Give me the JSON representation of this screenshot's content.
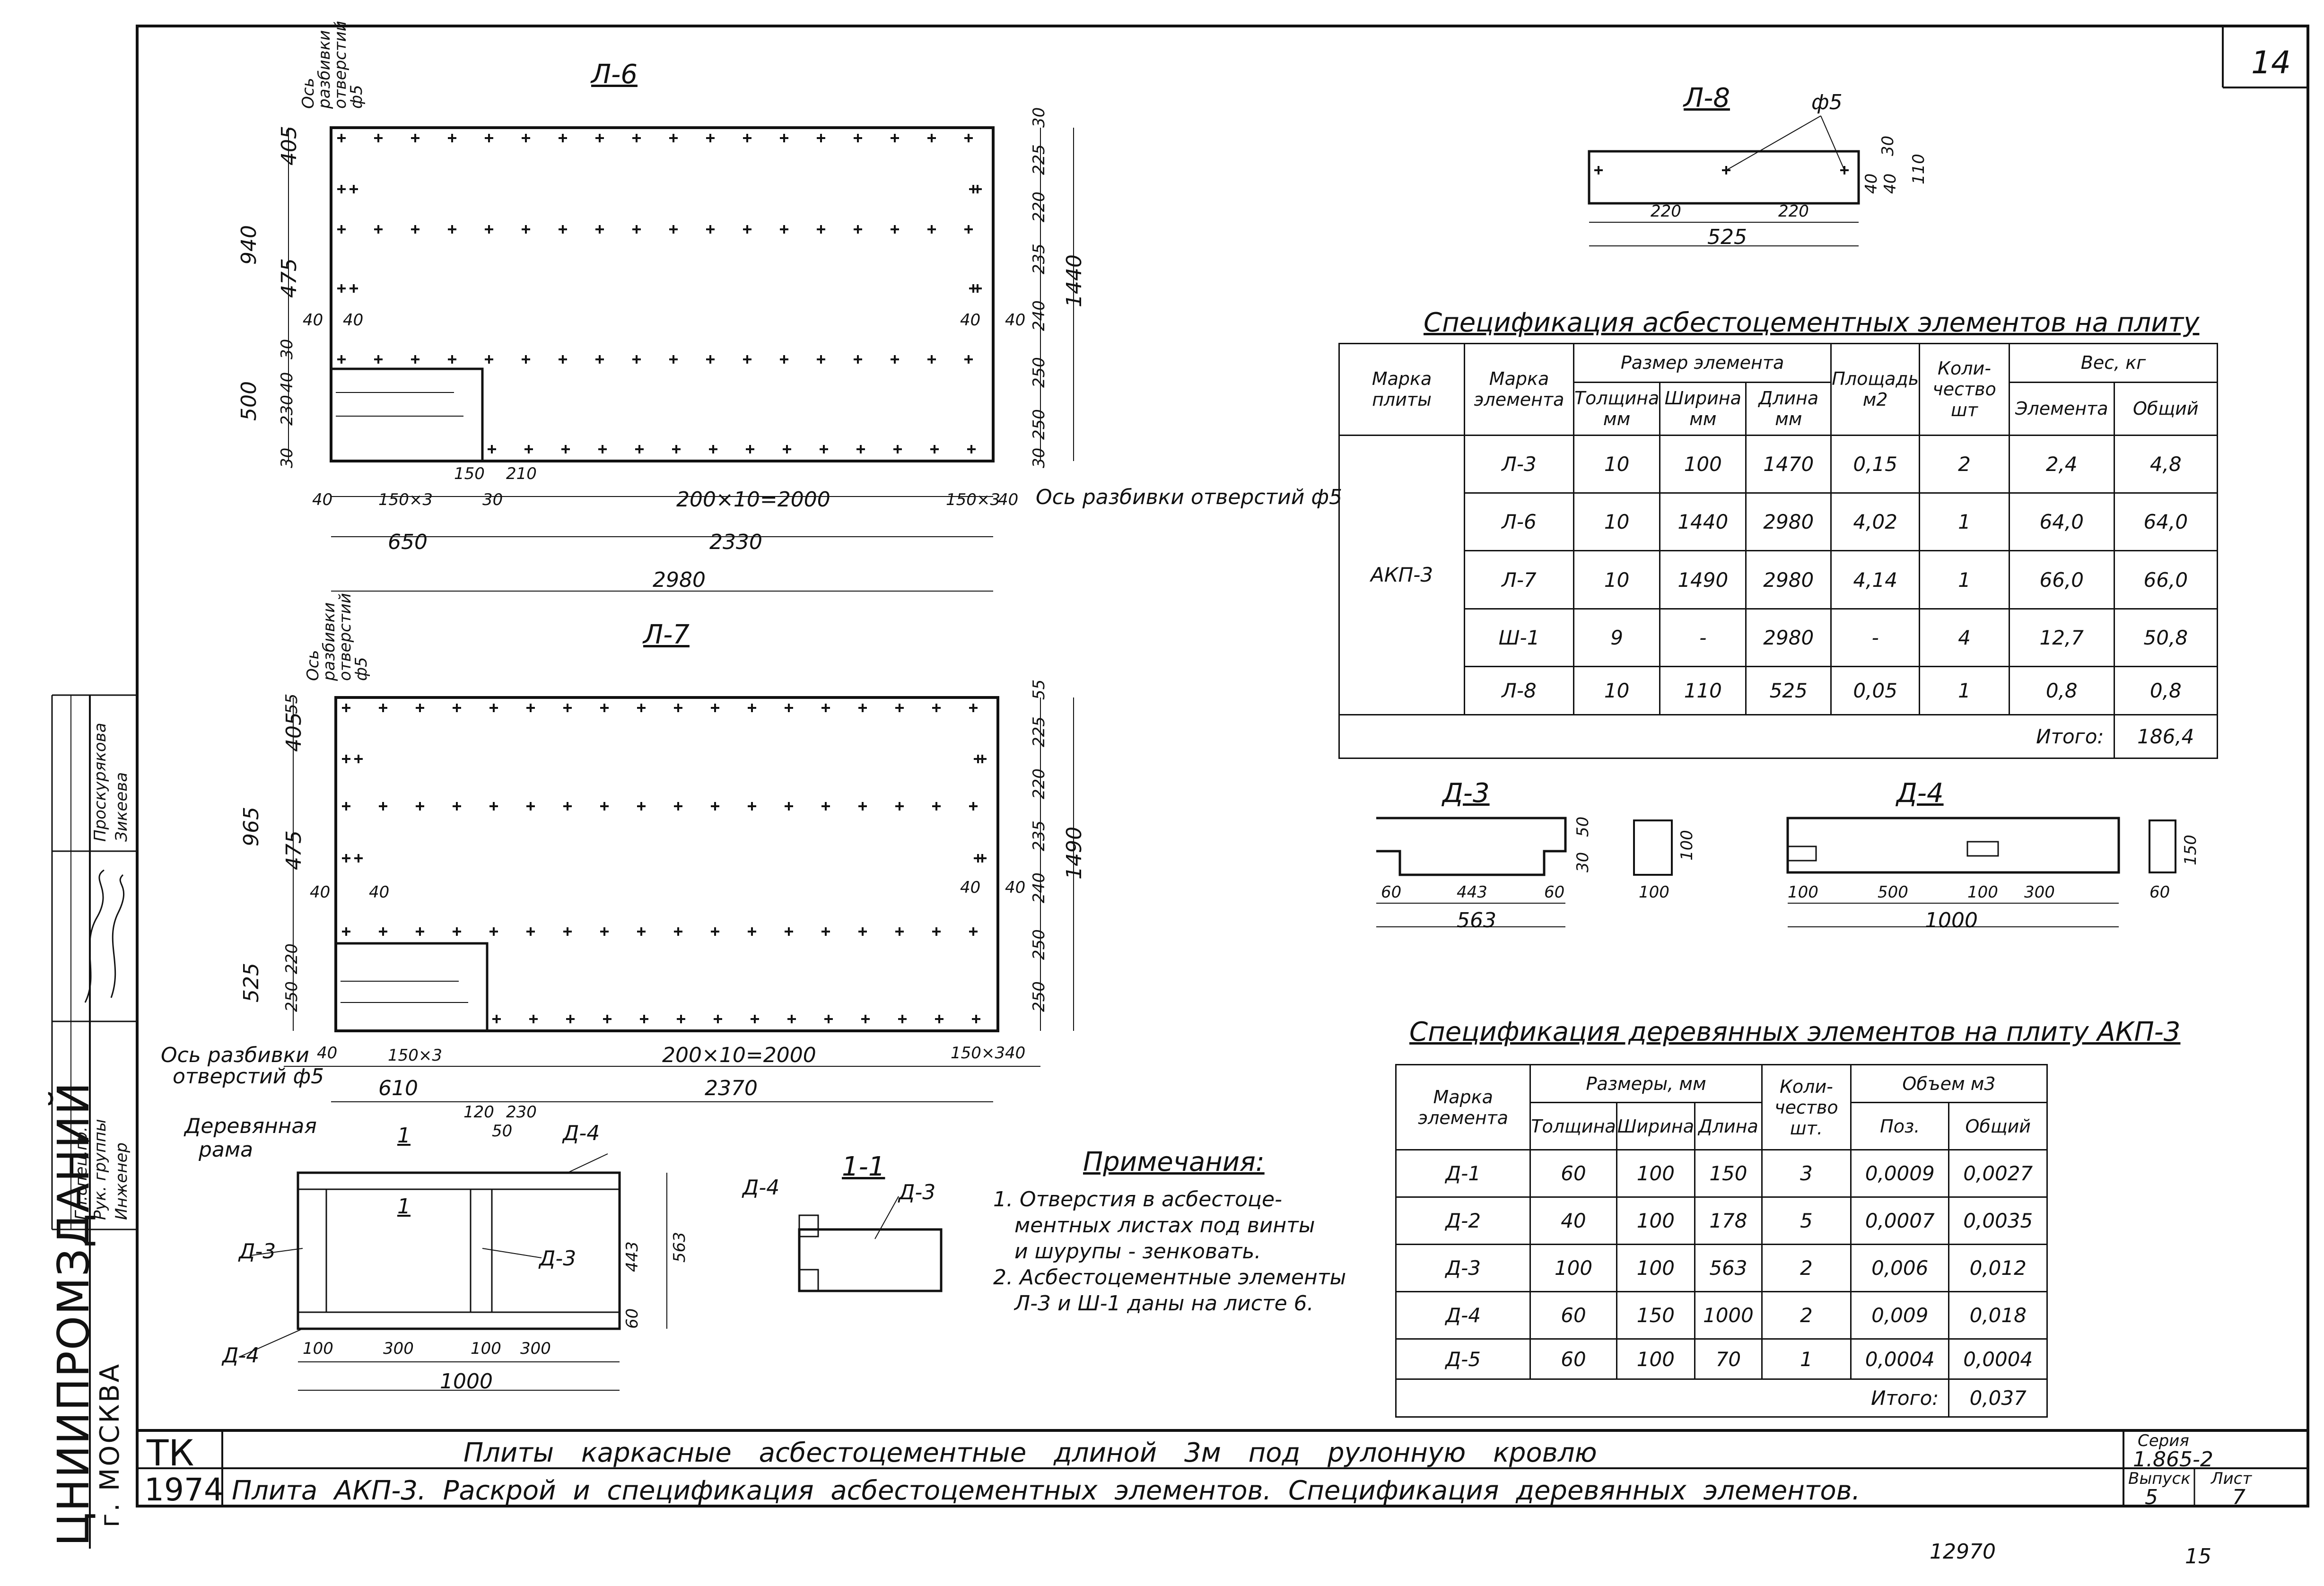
{
  "sheet": {
    "page_number": "14",
    "bottom_left_number": "12970",
    "bottom_right_number": "15"
  },
  "drawings": {
    "l6": {
      "title": "Л-6",
      "hole_axis_top": "Ось разбивки отверстий ф5",
      "hole_axis_right": "Ось разбивки отверстий ф5",
      "dims_left": [
        "405",
        "475",
        "940",
        "500",
        "30",
        "230",
        "40",
        "30"
      ],
      "dims_right": [
        "30",
        "225",
        "220",
        "235",
        "240",
        "250",
        "250",
        "30",
        "1440"
      ],
      "dims_bottom": [
        "40",
        "150×3",
        "150",
        "210",
        "30",
        "200×10=2000",
        "150×3",
        "40"
      ],
      "dims_bottom2": [
        "650",
        "2330"
      ],
      "dims_total": "2980",
      "mark_40a": "40",
      "mark_40b": "40",
      "mark_40c": "40",
      "mark_40d": "40"
    },
    "l7": {
      "title": "Л-7",
      "hole_axis_top": "Ось разбивки отверстий ф5",
      "hole_axis_left_1": "Ось разбивки",
      "hole_axis_left_2": "отверстий ф5",
      "dims_left": [
        "55",
        "405",
        "965",
        "475",
        "525",
        "220",
        "250"
      ],
      "dims_right": [
        "55",
        "225",
        "220",
        "235",
        "240",
        "250",
        "250",
        "1490"
      ],
      "dims_bottom": [
        "40",
        "150×3",
        "200×10=2000",
        "150×3",
        "40"
      ],
      "dims_bottom2": [
        "610",
        "2370"
      ],
      "dims_bottom3": [
        "120",
        "230",
        "50"
      ],
      "mark_40a": "40",
      "mark_40b": "40",
      "mark_40c": "40",
      "mark_40d": "40"
    },
    "l8": {
      "title": "Л-8",
      "hole": "ф5",
      "dims": [
        "220",
        "220",
        "525"
      ],
      "dims_right": [
        "30",
        "40",
        "40",
        "110"
      ]
    },
    "d3": {
      "title": "Д-3",
      "dims": [
        "60",
        "443",
        "60",
        "563"
      ],
      "dims_right": [
        "30",
        "50",
        "100"
      ],
      "dims_small": [
        "100"
      ]
    },
    "d4": {
      "title": "Д-4",
      "dims": [
        "100",
        "500",
        "100",
        "300",
        "1000"
      ],
      "dims_right": [
        "150"
      ],
      "dims_small": [
        "60"
      ]
    },
    "frame": {
      "label_1": "Деревянная",
      "label_2": "рама",
      "cut_mark": "1",
      "tags": [
        "Д-4",
        "Д-3",
        "Д-3",
        "Д-4"
      ],
      "dims_bottom": [
        "100",
        "300",
        "100",
        "300"
      ],
      "dims_total": "1000",
      "dims_right": [
        "443",
        "563",
        "60"
      ]
    },
    "section": {
      "title": "1-1",
      "tags": [
        "Д-4",
        "Д-3"
      ]
    }
  },
  "notes": {
    "title": "Примечания:",
    "items": [
      "1. Отверстия в асбестоце-",
      "ментных листах под винты",
      "и шурупы - зенковать.",
      "2. Асбестоцементные элементы",
      "Л-3 и Ш-1 даны на листе 6."
    ]
  },
  "spec_asbestos": {
    "title": "Спецификация асбестоцементных элементов на плиту",
    "headers": {
      "plate_mark": "Марка плиты",
      "element_mark": "Марка элемента",
      "size": "Размер элемента",
      "thickness": "Толщина мм",
      "width": "Ширина мм",
      "length": "Длина мм",
      "area": "Площадь м2",
      "qty": "Коли- чество шт",
      "weight": "Вес, кг",
      "w_element": "Элемента",
      "w_total": "Общий"
    },
    "plate": "АКП-3",
    "rows": [
      [
        "Л-3",
        "10",
        "100",
        "1470",
        "0,15",
        "2",
        "2,4",
        "4,8"
      ],
      [
        "Л-6",
        "10",
        "1440",
        "2980",
        "4,02",
        "1",
        "64,0",
        "64,0"
      ],
      [
        "Л-7",
        "10",
        "1490",
        "2980",
        "4,14",
        "1",
        "66,0",
        "66,0"
      ],
      [
        "Ш-1",
        "9",
        "-",
        "2980",
        "-",
        "4",
        "12,7",
        "50,8"
      ],
      [
        "Л-8",
        "10",
        "110",
        "525",
        "0,05",
        "1",
        "0,8",
        "0,8"
      ]
    ],
    "total_label": "Итого:",
    "total_value": "186,4"
  },
  "spec_wood": {
    "title": "Спецификация деревянных элементов на плиту АКП-3",
    "headers": {
      "element_mark": "Марка элемента",
      "sizes": "Размеры, мм",
      "thickness": "Толщина",
      "width": "Ширина",
      "length": "Длина",
      "qty": "Коли- чество шт.",
      "volume": "Объем м3",
      "v_each": "Поз.",
      "v_total": "Общий"
    },
    "rows": [
      [
        "Д-1",
        "60",
        "100",
        "150",
        "3",
        "0,0009",
        "0,0027"
      ],
      [
        "Д-2",
        "40",
        "100",
        "178",
        "5",
        "0,0007",
        "0,0035"
      ],
      [
        "Д-3",
        "100",
        "100",
        "563",
        "2",
        "0,006",
        "0,012"
      ],
      [
        "Д-4",
        "60",
        "150",
        "1000",
        "2",
        "0,009",
        "0,018"
      ],
      [
        "Д-5",
        "60",
        "100",
        "70",
        "1",
        "0,0004",
        "0,0004"
      ]
    ],
    "total_label": "Итого:",
    "total_value": "0,037"
  },
  "title_block": {
    "org": "ЦНИИПРОМЗДАНИЙ",
    "city": "г. МОСКВА",
    "tk": "ТК",
    "year": "1974",
    "line1": "Плиты каркасные асбестоцементные длиной 3м под рулонную кровлю",
    "line2": "Плита АКП-3. Раскрой и спецификация асбестоцементных элементов. Спецификация деревянных элементов.",
    "series_label": "Серия",
    "series_value": "1.865-2",
    "issue_label": "Выпуск",
    "issue_value": "5",
    "sheet_label": "Лист",
    "sheet_value": "7",
    "roles": [
      {
        "role": "Гл.спец.гр.",
        "name": ""
      },
      {
        "role": "Рук. группы",
        "name": "Проскурякова"
      },
      {
        "role": "Инженер",
        "name": "Зикеева"
      }
    ]
  }
}
